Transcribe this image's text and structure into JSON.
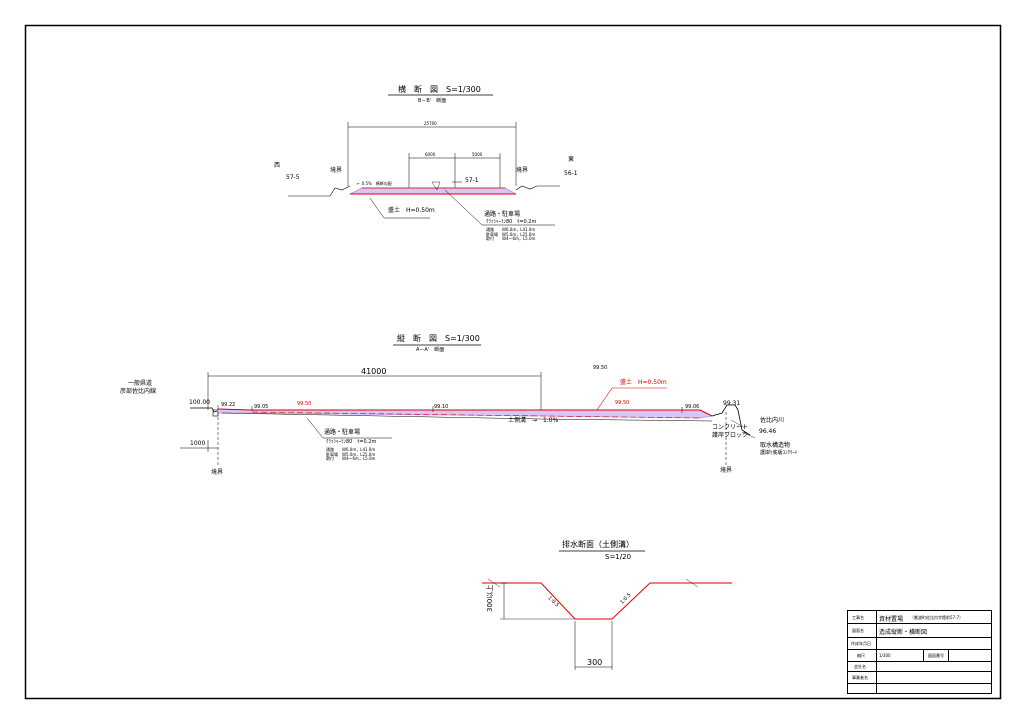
{
  "cross_section": {
    "title": "横　断　図　S=1/300",
    "subtitle": "B－B'　断面",
    "width_total": "25700",
    "width_left": "6000",
    "width_right": "5000",
    "west_label": "西",
    "west_lot": "57-5",
    "east_label": "東",
    "east_lot": "56-1",
    "boundary_left": "境界",
    "boundary_right": "境界",
    "center_lot": "57-1",
    "slope_note": "← 0.5%　横断勾配",
    "fill_label": "盛土　H=0.50m",
    "pave_title": "通路・駐車場",
    "pave_spec": "ｸﾗｯｼｬｰﾗﾝ80　t=0.2m",
    "pave_details": "通路　　W6.0m，L41.0m\n駐車場　W5.0m，L25.0m\n取付　　W4～6m，L5.0m"
  },
  "long_section": {
    "title": "縦　断　図　S=1/300",
    "subtitle": "A－A'　断面",
    "length": "41000",
    "road_label_1": "一般県道",
    "road_label_2": "彦部佐比内線",
    "elev_start": "100.00",
    "elev_a": "99.22",
    "elev_b": "99.05",
    "elev_red_1": "99.50",
    "elev_c": "99.10",
    "elev_red_2": "99.50",
    "elev_d": "99.06",
    "elev_e": "99.31",
    "elev_top": "99.50",
    "elev_river": "96.46",
    "fill_label": "盛土　H=0.50m",
    "ditch_label": "土側溝　→　1.0%",
    "offset": "1000",
    "boundary_left": "境界",
    "boundary_right": "境界",
    "river_name": "佐比内川",
    "concrete_label_1": "コンクリート",
    "concrete_label_2": "護岸ブロック",
    "intake_label_1": "取水構造物",
    "intake_label_2": "護岸ｹ底版ｺﾝｸﾘｰﾄ",
    "pave_title": "通路・駐車場",
    "pave_spec": "ｸﾗｯｼｬｰﾗﾝ80　t=0.2m",
    "pave_details": "通路　　W6.0m，L41.0m\n駐車場　W5.0m，L25.0m\n取付　　W4～6m，L5.0m"
  },
  "drain_section": {
    "title": "排水断面（土側溝）",
    "scale": "S=1/20",
    "slope_left": "1:0.5",
    "slope_right": "1:0.5",
    "depth": "300以上",
    "bottom_width": "300"
  },
  "title_block": {
    "project_label": "工事名",
    "project_value": "資材置場",
    "project_note": "（紫波町佐比内字館前57-7）",
    "drawing_label": "図面名",
    "drawing_value": "造成縦断・横断図",
    "date_label": "作成年月日",
    "date_value": "",
    "scale_label": "縮尺",
    "scale_value": "1/300",
    "number_label": "図面番号",
    "number_value": "",
    "company_label": "会社名",
    "company_value": "",
    "office_label": "事業者名",
    "office_value": ""
  },
  "colors": {
    "fill_line": "#e00000",
    "pavement": "#b58fe8",
    "ink": "#000000"
  }
}
